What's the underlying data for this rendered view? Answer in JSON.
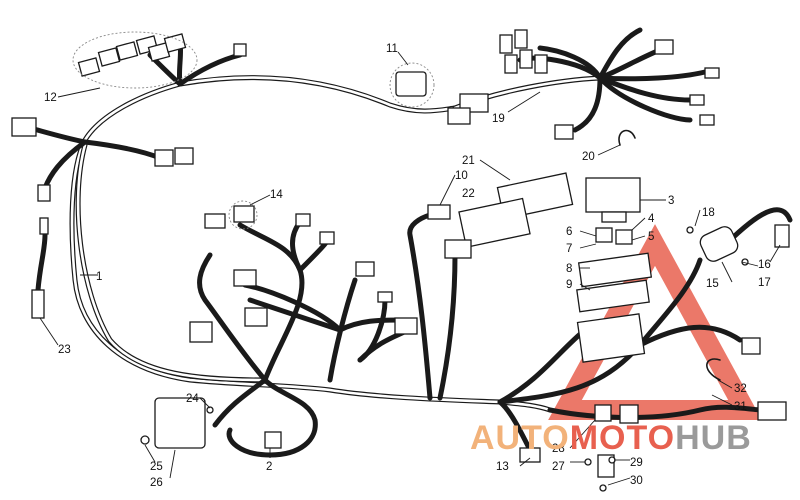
{
  "callouts": [
    {
      "id": "c1",
      "label": "1"
    },
    {
      "id": "c2",
      "label": "2"
    },
    {
      "id": "c3",
      "label": "3"
    },
    {
      "id": "c4",
      "label": "4"
    },
    {
      "id": "c5",
      "label": "5"
    },
    {
      "id": "c6",
      "label": "6"
    },
    {
      "id": "c7",
      "label": "7"
    },
    {
      "id": "c8",
      "label": "8"
    },
    {
      "id": "c9",
      "label": "9"
    },
    {
      "id": "c10",
      "label": "10"
    },
    {
      "id": "c11",
      "label": "11"
    },
    {
      "id": "c12",
      "label": "12"
    },
    {
      "id": "c13",
      "label": "13"
    },
    {
      "id": "c14",
      "label": "14"
    },
    {
      "id": "c15",
      "label": "15"
    },
    {
      "id": "c16",
      "label": "16"
    },
    {
      "id": "c17",
      "label": "17"
    },
    {
      "id": "c18",
      "label": "18"
    },
    {
      "id": "c19",
      "label": "19"
    },
    {
      "id": "c20",
      "label": "20"
    },
    {
      "id": "c21",
      "label": "21"
    },
    {
      "id": "c22",
      "label": "22"
    },
    {
      "id": "c23",
      "label": "23"
    },
    {
      "id": "c24",
      "label": "24"
    },
    {
      "id": "c25",
      "label": "25"
    },
    {
      "id": "c26",
      "label": "26"
    },
    {
      "id": "c27",
      "label": "27"
    },
    {
      "id": "c28",
      "label": "28"
    },
    {
      "id": "c29",
      "label": "29"
    },
    {
      "id": "c30",
      "label": "30"
    },
    {
      "id": "c31",
      "label": "31"
    },
    {
      "id": "c32",
      "label": "32"
    }
  ],
  "watermark": {
    "text_a": "AUTO",
    "text_b": "MOTO",
    "text_c": "HUB",
    "color_a": "#f2b27a",
    "color_b": "#e8604f",
    "color_c": "#9a9a9a",
    "triangle_color": "#e8604f"
  }
}
